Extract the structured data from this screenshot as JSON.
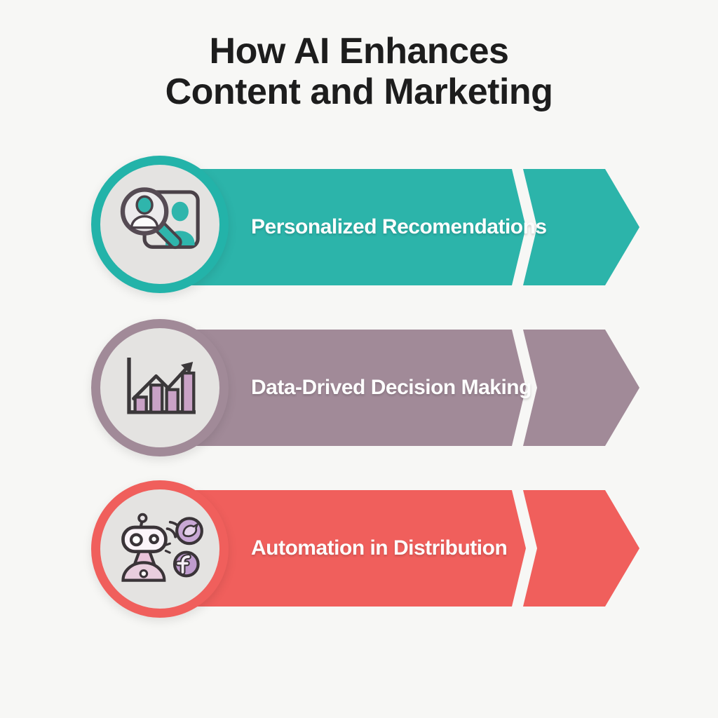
{
  "header": {
    "title_line1": "How AI Enhances",
    "title_line2": "Content and Marketing"
  },
  "rows": [
    {
      "label": "Personalized Recomendations",
      "icon": "audience-search-icon",
      "color": "#2cb4aa"
    },
    {
      "label": "Data-Drived Decision Making",
      "icon": "bar-chart-growth-icon",
      "color": "#a18a98"
    },
    {
      "label": "Automation in Distribution",
      "icon": "robot-social-broadcast-icon",
      "color": "#f05f5c"
    }
  ],
  "theme": {
    "background": "#f7f7f5",
    "circle_fill": "#e4e3e1",
    "title_color": "#1d1d1d",
    "banner_text_color": "#fdfdfd",
    "teal_accent": "#2fb5ac",
    "mauve_accent": "#a18a98",
    "coral_accent": "#f05f5c",
    "bar_fill_purple": "#c9a2c6",
    "robot_pink": "#e9c3da",
    "social_circle_purple": "#c8a7d5"
  }
}
